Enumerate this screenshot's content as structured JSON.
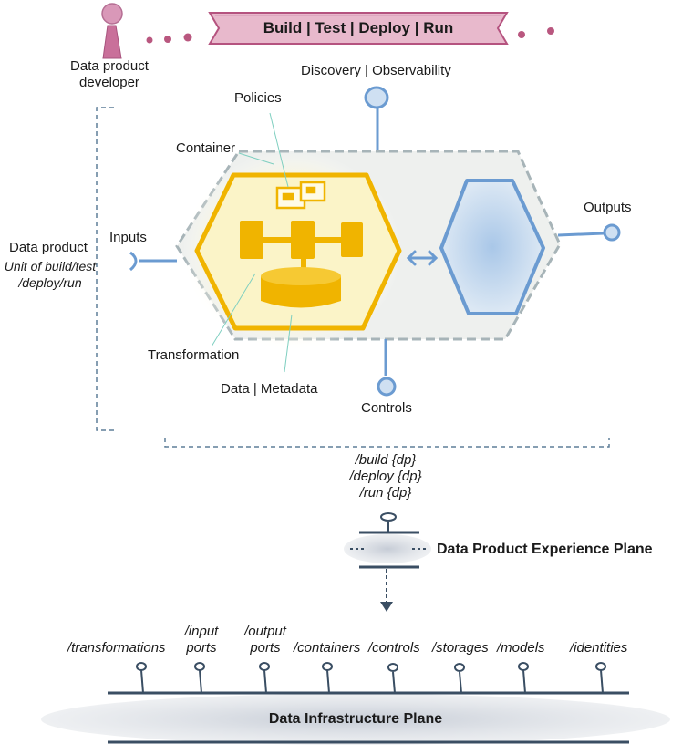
{
  "banner": {
    "label": "Build | Test | Deploy | Run"
  },
  "actor": {
    "line1": "Data product",
    "line2": "developer"
  },
  "data_product": {
    "title": "Data product",
    "subtitle_line1": "Unit of build/test",
    "subtitle_line2": "/deploy/run"
  },
  "labels": {
    "discovery": "Discovery | Observability",
    "policies": "Policies",
    "container": "Container",
    "inputs": "Inputs",
    "outputs": "Outputs",
    "transformation": "Transformation",
    "data_metadata": "Data | Metadata",
    "controls": "Controls"
  },
  "commands": [
    "/build {dp}",
    "/deploy {dp}",
    "/run {dp}"
  ],
  "experience_plane": {
    "label": "Data Product Experience Plane"
  },
  "infra_plane": {
    "label": "Data Infrastructure Plane",
    "endpoints": [
      {
        "line1": "/transformations",
        "line2": ""
      },
      {
        "line1": "/input",
        "line2": "ports"
      },
      {
        "line1": "/output",
        "line2": "ports"
      },
      {
        "line1": "/containers",
        "line2": ""
      },
      {
        "line1": "/controls",
        "line2": ""
      },
      {
        "line1": "/storages",
        "line2": ""
      },
      {
        "line1": "/models",
        "line2": ""
      },
      {
        "line1": "/identities",
        "line2": ""
      }
    ]
  },
  "colors": {
    "blue": "#6b9bd1",
    "dashed": "#5f7f99",
    "gold": "#f0b400",
    "yellow_glow": "#fbf2b8",
    "pink": "#c9709a",
    "banner_fill": "#e8b9cc",
    "plane_grey": "#c9ced6",
    "dark": "#3a4e63"
  }
}
